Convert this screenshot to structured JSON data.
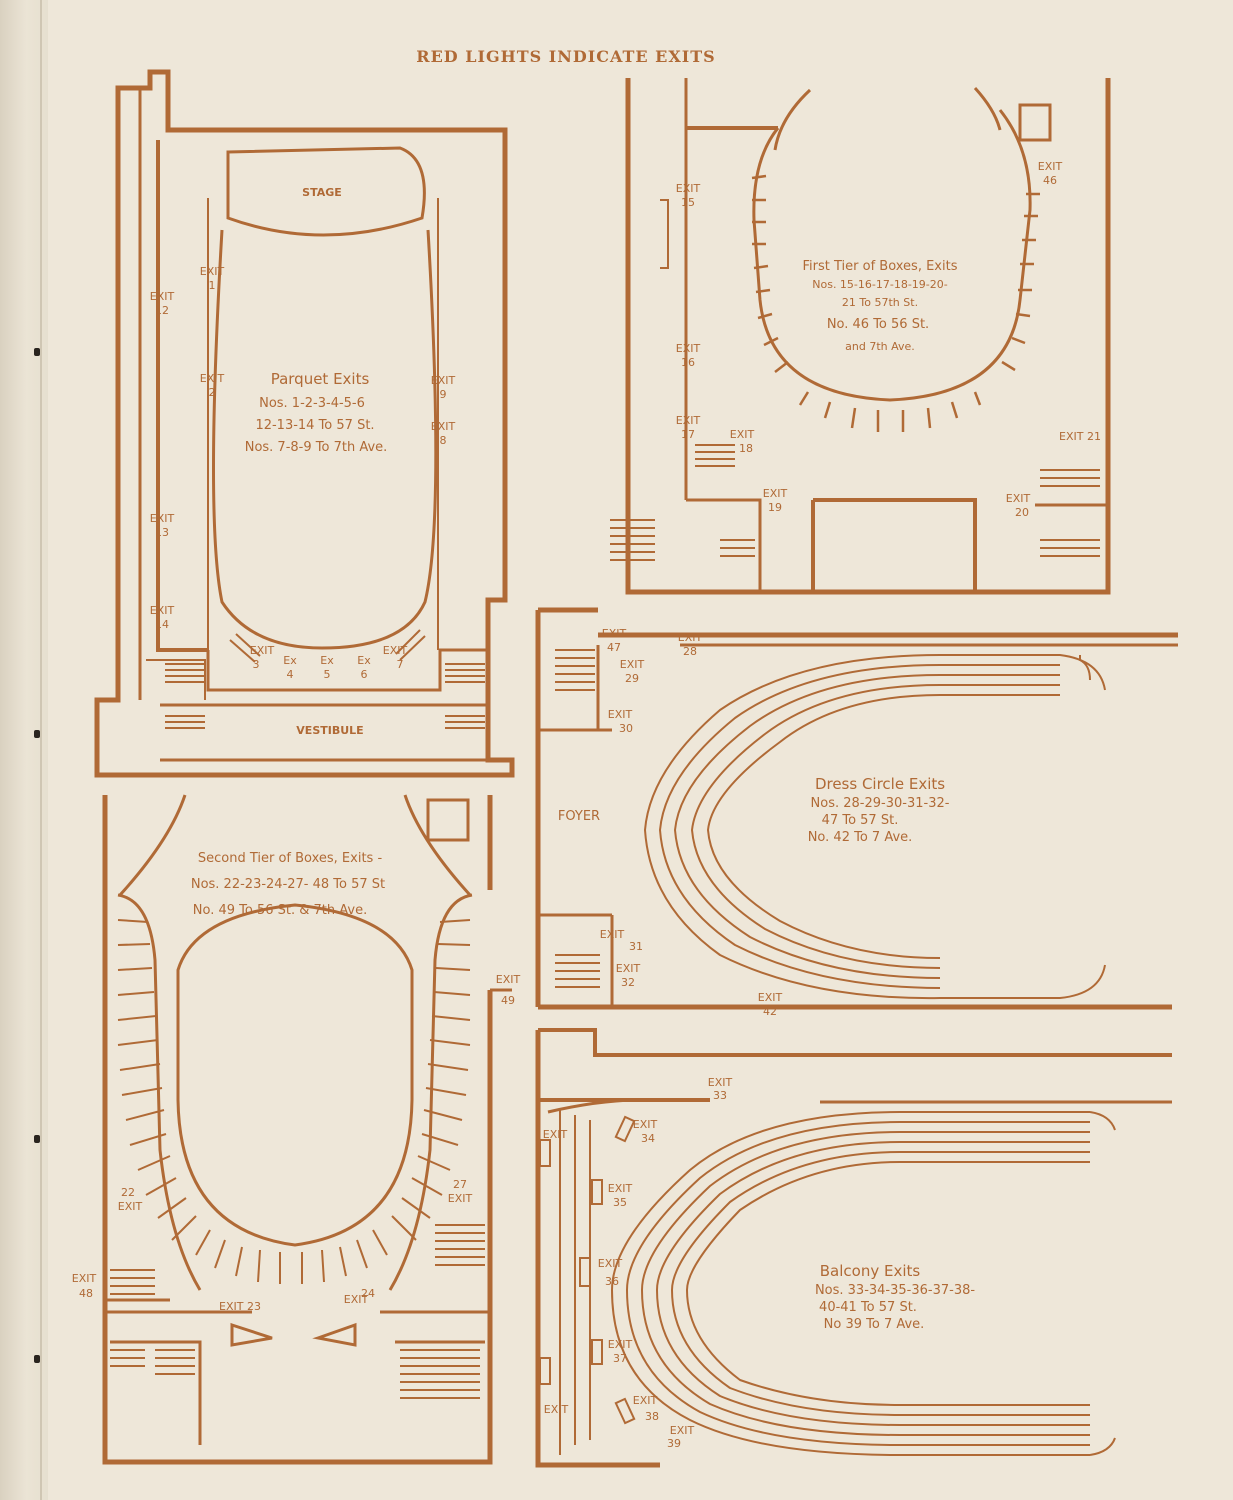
{
  "header": "RED LIGHTS INDICATE EXITS",
  "parquet": {
    "stage": "STAGE",
    "vestibule": "VESTIBULE",
    "title": "Parquet Exits",
    "line1": "Nos. 1-2-3-4-5-6",
    "line2": "12-13-14 To 57 St.",
    "line3": "Nos. 7-8-9 To 7th Ave.",
    "exit_word": "EXIT",
    "ex_word": "Ex",
    "nums": [
      "1",
      "2",
      "3",
      "4",
      "5",
      "6",
      "7",
      "8",
      "9",
      "12",
      "13",
      "14"
    ]
  },
  "first_tier": {
    "line1": "First Tier of Boxes, Exits",
    "line2": "Nos. 15-16-17-18-19-20-",
    "line3": "21 To 57th St.",
    "line4": "No. 46 To 56 St.",
    "line5": "and 7th Ave.",
    "nums": [
      "15",
      "16",
      "17",
      "18",
      "19",
      "20",
      "46"
    ],
    "exit21": "EXIT 21"
  },
  "dress_circle": {
    "foyer": "FOYER",
    "line1": "Dress Circle Exits",
    "line2": "Nos. 28-29-30-31-32-",
    "line3": "47 To 57 St.",
    "line4": "No. 42 To 7 Ave.",
    "nums": [
      "47",
      "28",
      "29",
      "30",
      "31",
      "32",
      "42"
    ]
  },
  "second_tier": {
    "line1": "Second Tier of Boxes, Exits -",
    "line2": "Nos. 22-23-24-27- 48 To 57 St",
    "line3": "No.  49 To 56 St. & 7th Ave.",
    "nums": [
      "22",
      "24",
      "27",
      "48",
      "49"
    ],
    "exit23": "EXIT 23"
  },
  "balcony": {
    "line1": "Balcony Exits",
    "line2": "Nos. 33-34-35-36-37-38-",
    "line3": "40-41 To 57 St.",
    "line4": "No 39 To 7 Ave.",
    "nums": [
      "33",
      "34",
      "35",
      "36",
      "37",
      "38",
      "39"
    ]
  },
  "colors": {
    "ink": "#b06a36",
    "paper": "#eee7d9"
  }
}
